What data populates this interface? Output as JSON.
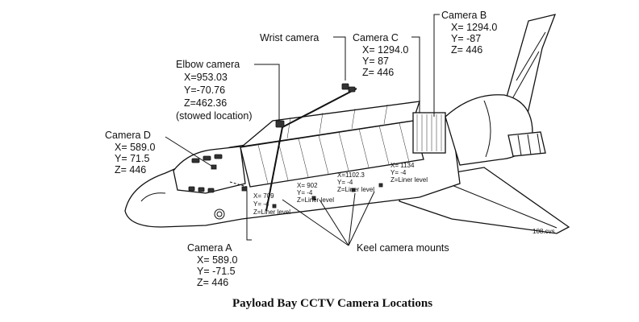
{
  "caption": "Payload Bay CCTV Camera Locations",
  "figure_code": "108.cvs",
  "cameras": {
    "wrist": {
      "label": "Wrist camera"
    },
    "elbow": {
      "label": "Elbow camera",
      "x": "X=953.03",
      "y": "Y=-70.76",
      "z": "Z=462.36",
      "note": "(stowed location)"
    },
    "camera_c": {
      "label": "Camera C",
      "x": "X= 1294.0",
      "y": "Y= 87",
      "z": "Z= 446"
    },
    "camera_b": {
      "label": "Camera B",
      "x": "X= 1294.0",
      "y": "Y= -87",
      "z": "Z= 446"
    },
    "camera_d": {
      "label": "Camera D",
      "x": "X= 589.0",
      "y": "Y= 71.5",
      "z": "Z= 446"
    },
    "camera_a": {
      "label": "Camera A",
      "x": "X= 589.0",
      "y": "Y= -71.5",
      "z": "Z= 446"
    }
  },
  "keel": {
    "label": "Keel camera mounts",
    "mounts": [
      {
        "x": "X= 709",
        "y": "Y=    -4",
        "z": "Z=Liner level"
      },
      {
        "x": "X= 902",
        "y": "Y=    -4",
        "z": "Z=Liner level"
      },
      {
        "x": "X=1102.3",
        "y": "Y=      -4",
        "z": "Z=Liner level"
      },
      {
        "x": "X=   1134",
        "y": "Y=      -4",
        "z": "Z=Liner level"
      }
    ]
  }
}
